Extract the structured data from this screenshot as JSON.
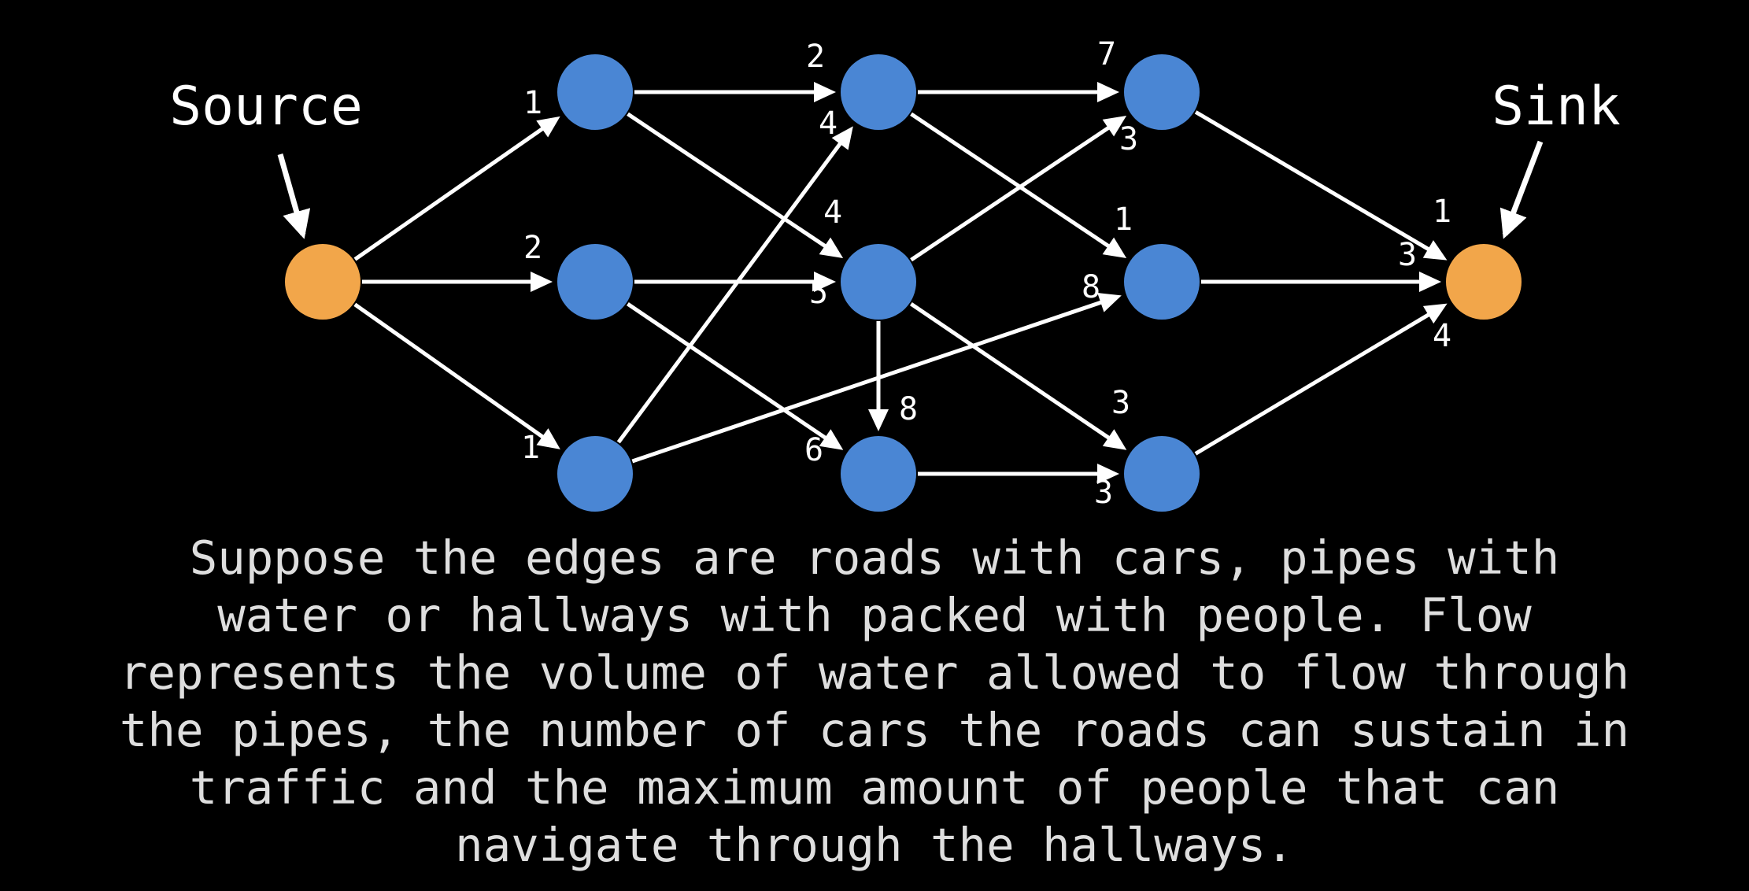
{
  "diagram": {
    "title_source": "Source",
    "title_sink": "Sink",
    "colors": {
      "source_sink": "#F2A64A",
      "node": "#4A86D4",
      "edge": "#FFFFFF",
      "background": "#000000"
    },
    "edges": [
      {
        "id": "s-a1",
        "capacity": "1"
      },
      {
        "id": "s-a2",
        "capacity": "2"
      },
      {
        "id": "s-a3",
        "capacity": "1"
      },
      {
        "id": "a1-b1",
        "capacity": "2"
      },
      {
        "id": "a3-b1",
        "capacity": "4"
      },
      {
        "id": "a1-b2",
        "capacity": "4"
      },
      {
        "id": "a2-b2",
        "capacity": "5"
      },
      {
        "id": "a2-b3",
        "capacity": "6"
      },
      {
        "id": "b2-b3",
        "capacity": "8"
      },
      {
        "id": "b1-c1",
        "capacity": "7"
      },
      {
        "id": "b2-c1",
        "capacity": "3"
      },
      {
        "id": "b1-c2",
        "capacity": "1"
      },
      {
        "id": "a3-c2",
        "capacity": "8"
      },
      {
        "id": "b2-c3",
        "capacity": "3"
      },
      {
        "id": "b3-c3",
        "capacity": "3"
      },
      {
        "id": "c1-t",
        "capacity": "1"
      },
      {
        "id": "c2-t",
        "capacity": "3"
      },
      {
        "id": "c3-t",
        "capacity": "4"
      }
    ]
  },
  "caption": {
    "lines": [
      "Suppose the edges are roads with cars, pipes with",
      "water or hallways with packed with people. Flow",
      "represents the volume of water allowed to flow through",
      "the pipes, the number of cars the roads can sustain in",
      "traffic and the maximum amount of people that can",
      "navigate through the hallways."
    ]
  }
}
